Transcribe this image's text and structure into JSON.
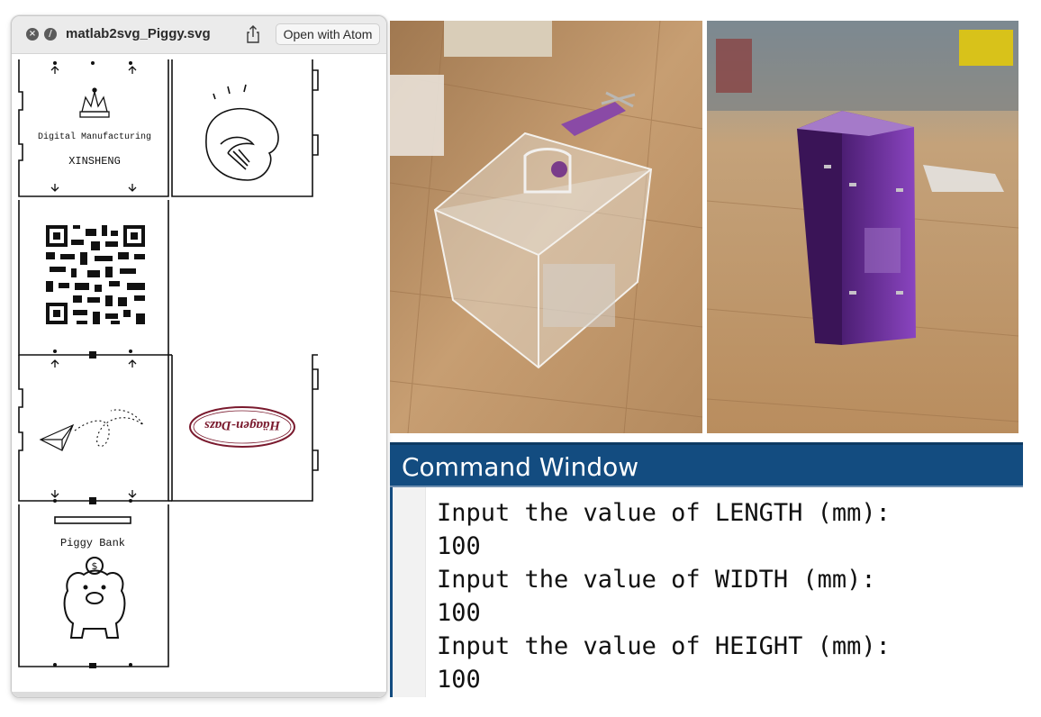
{
  "quicklook": {
    "title": "matlab2svg_Piggy.svg",
    "close_glyph": "×",
    "fullscreen_glyph": "/",
    "open_with_label": "Open with Atom",
    "icons": [
      "close-icon",
      "fullscreen-icon",
      "share-icon"
    ]
  },
  "drawing": {
    "course_label": "Digital Manufacturing",
    "name_label": "XINSHENG",
    "piggy_label": "Piggy Bank",
    "brand_logo_text": "Häagen-Dazs",
    "coin_symbol": "$"
  },
  "command_window": {
    "title": "Command Window",
    "lines": [
      "Input the value of LENGTH (mm):",
      "100",
      "Input the value of WIDTH (mm):",
      "100",
      "Input the value of HEIGHT (mm):",
      "100"
    ]
  },
  "colors": {
    "command_title_bg": "#134c80",
    "brand_logo": "#7a1a2e",
    "purple_box": "#6a2c9a",
    "table_wood": "#c9a173"
  }
}
